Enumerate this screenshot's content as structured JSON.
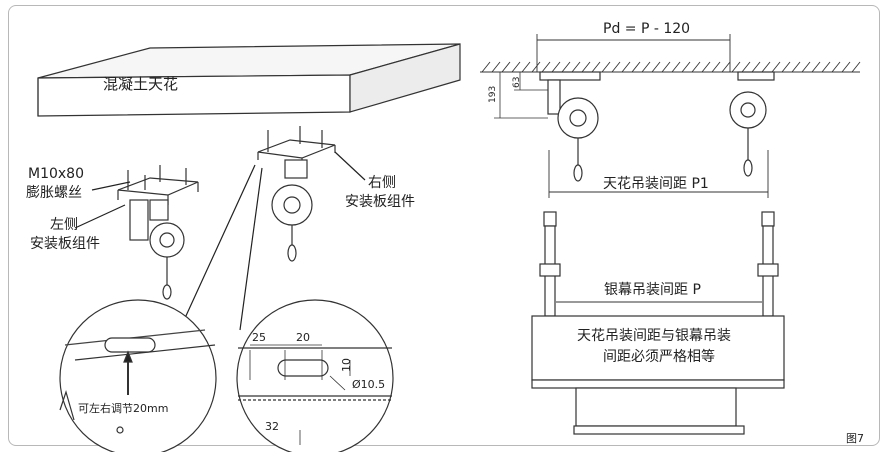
{
  "labels": {
    "concrete_ceiling": "混凝土天花",
    "bolt_line1": "M10x80",
    "bolt_line2": "膨胀螺丝",
    "left_line1": "左侧",
    "left_line2": "安装板组件",
    "right_line1": "右侧",
    "right_line2": "安装板组件",
    "adjust_note": "可左右调节20mm",
    "pd_formula": "Pd = P - 120",
    "ceiling_spacing": "天花吊装间距 P1",
    "screen_spacing": "银幕吊装间距 P",
    "equal_note_line1": "天花吊装间距与银幕吊装",
    "equal_note_line2": "间距必须严格相等",
    "figure_no": "图7"
  },
  "dimensions": {
    "d25": "25",
    "d20": "20",
    "d10": "10",
    "hole": "Ø10.5",
    "d32": "32",
    "d63": "63",
    "d193": "193"
  }
}
